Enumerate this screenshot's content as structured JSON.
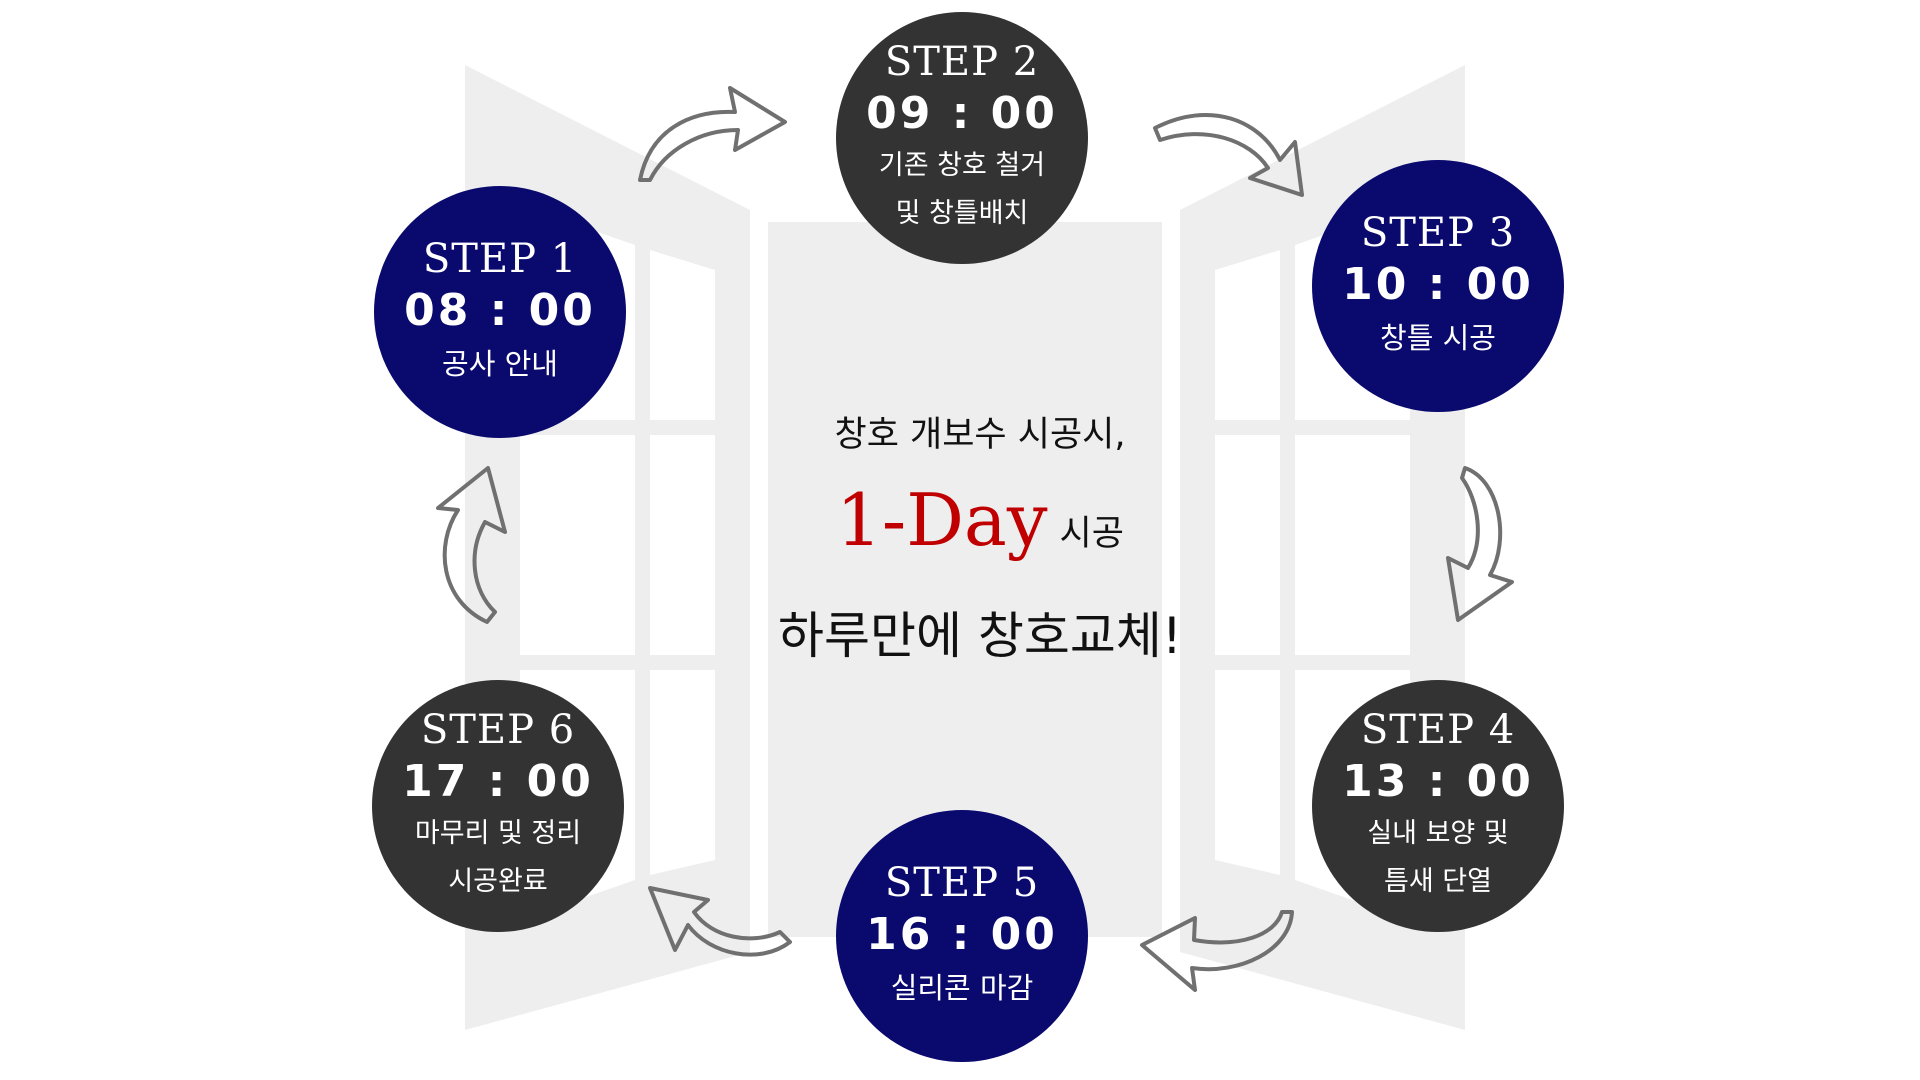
{
  "steps": [
    {
      "label": "STEP 1",
      "time": "08 : 00",
      "desc": "공사 안내",
      "color": "#0a0a6e"
    },
    {
      "label": "STEP 2",
      "time": "09 : 00",
      "desc": "기존 창호 철거\n및 창틀배치",
      "color": "#333333"
    },
    {
      "label": "STEP 3",
      "time": "10 : 00",
      "desc": "창틀 시공",
      "color": "#0a0a6e"
    },
    {
      "label": "STEP 4",
      "time": "13 : 00",
      "desc": "실내 보양 및\n틈새 단열",
      "color": "#333333"
    },
    {
      "label": "STEP 5",
      "time": "16 : 00",
      "desc": "실리콘 마감",
      "color": "#0a0a6e"
    },
    {
      "label": "STEP 6",
      "time": "17 : 00",
      "desc": "마무리 및 정리\n시공완료",
      "color": "#333333"
    }
  ],
  "center": {
    "line1": "창호 개보수 시공시,",
    "highlight": "1-Day",
    "highlight_suffix": "시공",
    "line3": "하루만에 창호교체!"
  },
  "colors": {
    "navy": "#0a0a6e",
    "dark": "#333333",
    "accent": "#c00000",
    "window": "#eeeeef",
    "arrow": "#707070"
  }
}
